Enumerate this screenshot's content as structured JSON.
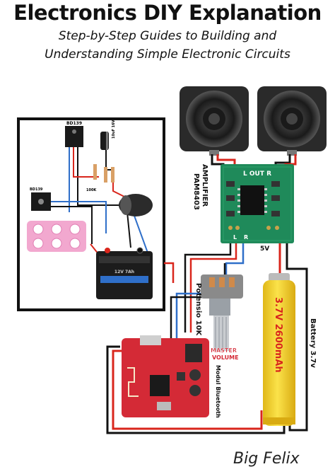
{
  "header": {
    "title": "Electronics DIY Explanation",
    "subtitle_line1": "Step-by-Step Guides to Building and",
    "subtitle_line2": "Understanding Simple Electronic Circuits"
  },
  "inset": {
    "transistor_top_label": "BD139",
    "transistor_left_label": "BD139",
    "capacitor_label": "10uF 16V",
    "resistor_label": "100K",
    "battery_label": "12V 7Ah"
  },
  "amplifier": {
    "title": "AMPLIFIER",
    "model": "PAM8403",
    "top_label": "L OUT R",
    "left_label": "L",
    "right_label": "R",
    "power_label": "5V"
  },
  "potentiometer": {
    "label": "Potensio 10K"
  },
  "bluetooth": {
    "master_label": "MASTER",
    "volume_label": "VOLUME",
    "module_label": "Modul Bluetooth"
  },
  "battery": {
    "body_text": "3.7V 2600mAh",
    "side_label": "Battery 3.7v"
  },
  "footer": {
    "credit": "Big Felix"
  },
  "colors": {
    "wire_red": "#d9261c",
    "wire_black": "#111111",
    "wire_blue": "#2f6fc9",
    "pcb_green": "#1f8a5a",
    "module_red": "#d42a36",
    "battery_yellow": "#f2d52a"
  }
}
